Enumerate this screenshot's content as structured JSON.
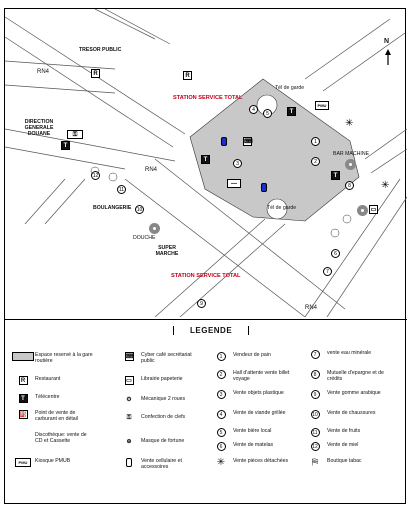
{
  "map": {
    "north_label": "N",
    "roads": [
      "RN4",
      "RN4",
      "RN4"
    ],
    "places": {
      "tresor": "TRESOR PUBLIC",
      "douane": "DIRECTION GENERALE DOUANE",
      "station_top": "STATION SERVICE TOTAL",
      "station_bottom": "STATION SERVICE TOTAL",
      "boulangerie": "BOULANGERIE",
      "super_marche": "SUPER MARCHE",
      "douche": "DOUCHE",
      "bar_machine": "BAR MACHINE",
      "tg_top": "Tél de garde",
      "tg_center": "Tél de garde",
      "pmu": "PMU"
    },
    "numbers": [
      "1",
      "2",
      "3",
      "4",
      "5",
      "6",
      "7",
      "8",
      "9",
      "10",
      "11",
      "12"
    ]
  },
  "legend": {
    "title": "LEGENDE",
    "col1": [
      {
        "icon": "gray-area",
        "label": "Espace reservé à la gare routière"
      },
      {
        "icon": "restaurant-icon",
        "label": "Restaurant"
      },
      {
        "icon": "telecentre-icon",
        "label": "Télécentre"
      },
      {
        "icon": "fuel-icon",
        "label": "Point de vente de carburant en détail"
      },
      {
        "icon": "disc-icon",
        "label": "Discothèque: vente de CD et Cassette"
      },
      {
        "icon": "pmu-icon",
        "label": "Kiosque PMUB"
      }
    ],
    "col2": [
      {
        "icon": "typewriter-icon",
        "label": "Cyber café secrétariat public"
      },
      {
        "icon": "book-icon",
        "label": "Librairie papeterie"
      },
      {
        "icon": "moto-icon",
        "label": "Mécanique 2 roues"
      },
      {
        "icon": "key-icon",
        "label": "Confection de clefs"
      },
      {
        "icon": "lotto-icon",
        "label": "Masque de fortune"
      },
      {
        "icon": "phone-icon",
        "label": "Vente cellulaire et accessoires"
      }
    ],
    "col3": [
      {
        "num": "1",
        "label": "Vendeur de pain"
      },
      {
        "num": "2",
        "label": "Hall d'attente vente billet voyage"
      },
      {
        "num": "3",
        "label": "Vente objets plastique"
      },
      {
        "num": "4",
        "label": "Vente de viande grillée"
      },
      {
        "num": "5",
        "label": "Vente bière local"
      },
      {
        "num": "6",
        "label": "Vente de matelas"
      },
      {
        "num": "*",
        "label": "Vente pièces détachées"
      }
    ],
    "col4": [
      {
        "num": "7",
        "label": "vente eau minérale"
      },
      {
        "num": "8",
        "label": "Mutuelle d'epargne et de crédits"
      },
      {
        "num": "9",
        "label": "Vente gomme arabique"
      },
      {
        "num": "10",
        "label": "Vente de chaussures"
      },
      {
        "num": "11",
        "label": "Vente de fruits"
      },
      {
        "num": "12",
        "label": "Vente de miel"
      },
      {
        "num": "tabac",
        "label": "Boutique tabac"
      }
    ]
  }
}
